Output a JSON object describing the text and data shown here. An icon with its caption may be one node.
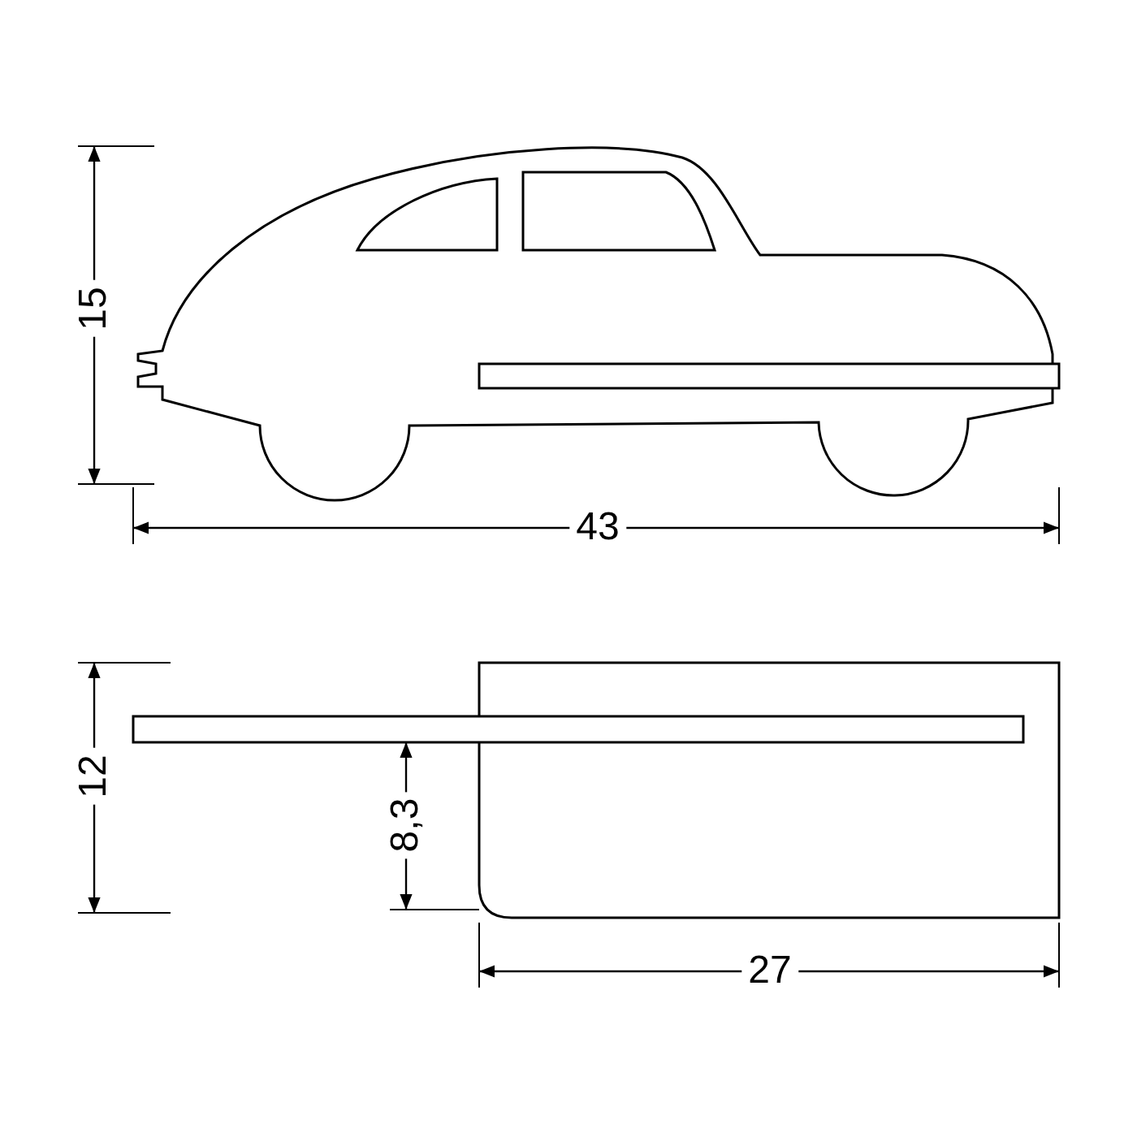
{
  "diagram": {
    "labels": [
      "15",
      "43",
      "12",
      "8,3",
      "27"
    ]
  }
}
